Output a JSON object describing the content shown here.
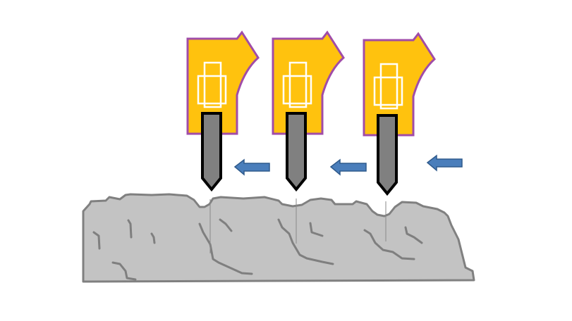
{
  "diagram": {
    "hammer_count": 3,
    "arrow_count": 3,
    "arrow_direction": "left",
    "colors": {
      "hammer_body": "#FFC20E",
      "hammer_outline": "#A04CA8",
      "hammer_inner": "#FFFFFF",
      "chisel_fill": "#808080",
      "chisel_outline": "#000000",
      "arrow_fill": "#4A7EBB",
      "arrow_outline": "#2F5A8C",
      "rock_fill": "#C3C3C3",
      "rock_outline": "#808080",
      "crack": "#7F7F7F"
    }
  }
}
